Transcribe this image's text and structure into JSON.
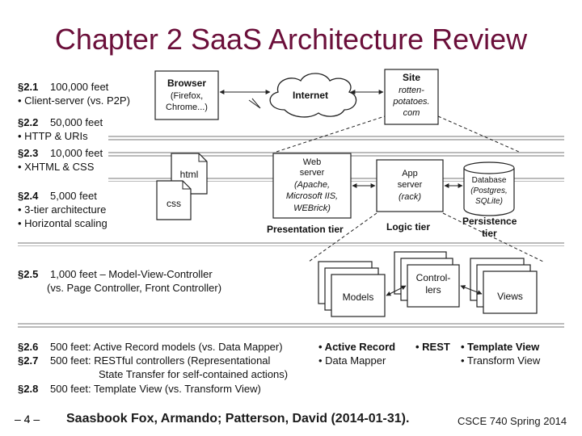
{
  "title": "Chapter 2 SaaS Architecture Review",
  "footer": {
    "page": "– 4 –",
    "citation": "Saasbook Fox, Armando; Patterson, David (2014-01-31).",
    "course": "CSCE 740 Spring 2014"
  },
  "levels": {
    "s21": {
      "num": "§2.1",
      "alt": "100,000 feet",
      "b1": "• Client-server (vs. P2P)"
    },
    "s22": {
      "num": "§2.2",
      "alt": "50,000 feet",
      "b1": "• HTTP & URIs"
    },
    "s23": {
      "num": "§2.3",
      "alt": "10,000 feet",
      "b1": "• XHTML & CSS"
    },
    "s24": {
      "num": "§2.4",
      "alt": "5,000 feet",
      "b1": "• 3-tier architecture",
      "b2": "• Horizontal scaling"
    },
    "s25": {
      "num": "§2.5",
      "alt": "1,000 feet – Model-View-Controller",
      "sub": "(vs. Page Controller, Front Controller)"
    },
    "s26": {
      "num": "§2.6",
      "text": "500 feet: Active Record models (vs. Data Mapper)"
    },
    "s27": {
      "num": "§2.7",
      "text": "500 feet: RESTful controllers (Representational",
      "cont": "State Transfer for self-contained actions)"
    },
    "s28": {
      "num": "§2.8",
      "text": "500 feet: Template View (vs. Transform View)"
    }
  },
  "patterns": {
    "col1": [
      "• Active Record",
      "• Data Mapper"
    ],
    "col2": [
      "• REST"
    ],
    "col3": [
      "• Template View",
      "• Transform View"
    ]
  },
  "nodes": {
    "browser": [
      "Browser",
      "(Firefox,",
      "Chrome...)"
    ],
    "internet": "Internet",
    "site": [
      "Site",
      "rotten-",
      "potatoes.",
      "com"
    ],
    "html": "html",
    "css": "css",
    "webserver": [
      "Web",
      "server",
      "(Apache,",
      "Microsoft IIS,",
      "WEBrick)"
    ],
    "appserver": [
      "App",
      "server",
      "(rack)"
    ],
    "database": [
      "Database",
      "(Postgres,",
      "SQLite)"
    ],
    "presentation_tier": "Presentation tier",
    "logic_tier": "Logic tier",
    "persistence_tier": [
      "Persistence",
      "tier"
    ],
    "models": "Models",
    "controllers": [
      "Control-",
      "lers"
    ],
    "views": "Views"
  }
}
